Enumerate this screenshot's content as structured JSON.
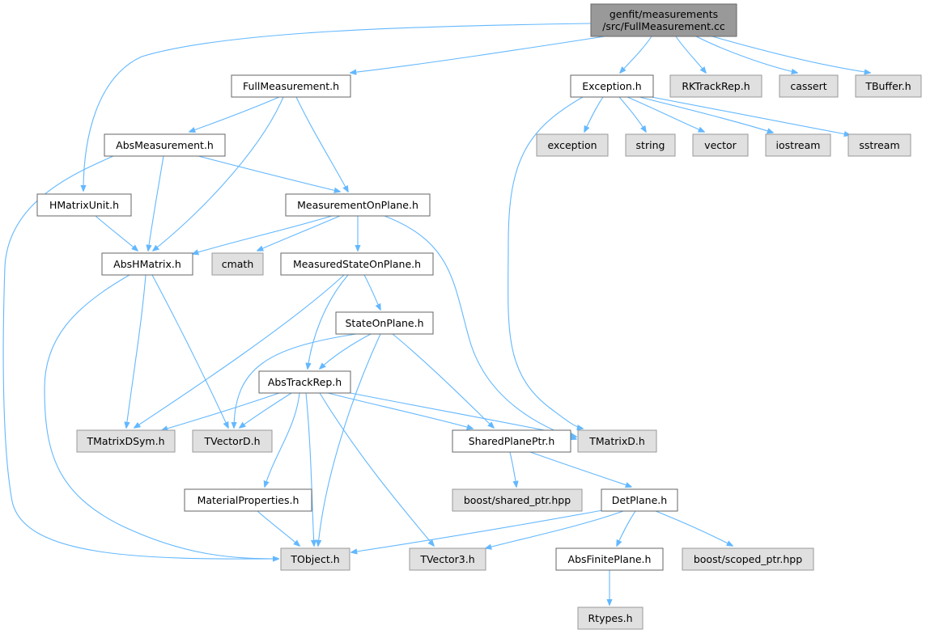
{
  "colors": {
    "edge": "#63b8ff",
    "node_border": "#666666",
    "node_fill": "#ffffff",
    "external_fill": "#e0e0e0",
    "external_border": "#999999",
    "root_fill": "#999999",
    "root_border": "#666666",
    "text": "#000000"
  },
  "nodes": [
    {
      "id": "root",
      "kind": "root",
      "lines": [
        "genfit/measurements",
        "/src/FullMeasurement.cc"
      ]
    },
    {
      "id": "FullMeasurement_h",
      "kind": "internal",
      "lines": [
        "FullMeasurement.h"
      ]
    },
    {
      "id": "Exception_h",
      "kind": "internal",
      "lines": [
        "Exception.h"
      ]
    },
    {
      "id": "RKTrackRep_h",
      "kind": "external",
      "lines": [
        "RKTrackRep.h"
      ]
    },
    {
      "id": "cassert",
      "kind": "external",
      "lines": [
        "cassert"
      ]
    },
    {
      "id": "TBuffer_h",
      "kind": "external",
      "lines": [
        "TBuffer.h"
      ]
    },
    {
      "id": "AbsMeasurement_h",
      "kind": "internal",
      "lines": [
        "AbsMeasurement.h"
      ]
    },
    {
      "id": "exception",
      "kind": "external",
      "lines": [
        "exception"
      ]
    },
    {
      "id": "string",
      "kind": "external",
      "lines": [
        "string"
      ]
    },
    {
      "id": "vector",
      "kind": "external",
      "lines": [
        "vector"
      ]
    },
    {
      "id": "iostream",
      "kind": "external",
      "lines": [
        "iostream"
      ]
    },
    {
      "id": "sstream",
      "kind": "external",
      "lines": [
        "sstream"
      ]
    },
    {
      "id": "HMatrixUnit_h",
      "kind": "internal",
      "lines": [
        "HMatrixUnit.h"
      ]
    },
    {
      "id": "MeasurementOnPlane_h",
      "kind": "internal",
      "lines": [
        "MeasurementOnPlane.h"
      ]
    },
    {
      "id": "AbsHMatrix_h",
      "kind": "internal",
      "lines": [
        "AbsHMatrix.h"
      ]
    },
    {
      "id": "cmath",
      "kind": "external",
      "lines": [
        "cmath"
      ]
    },
    {
      "id": "MeasuredStateOnPlane_h",
      "kind": "internal",
      "lines": [
        "MeasuredStateOnPlane.h"
      ]
    },
    {
      "id": "StateOnPlane_h",
      "kind": "internal",
      "lines": [
        "StateOnPlane.h"
      ]
    },
    {
      "id": "AbsTrackRep_h",
      "kind": "internal",
      "lines": [
        "AbsTrackRep.h"
      ]
    },
    {
      "id": "TMatrixDSym_h",
      "kind": "external",
      "lines": [
        "TMatrixDSym.h"
      ]
    },
    {
      "id": "TVectorD_h",
      "kind": "external",
      "lines": [
        "TVectorD.h"
      ]
    },
    {
      "id": "SharedPlanePtr_h",
      "kind": "internal",
      "lines": [
        "SharedPlanePtr.h"
      ]
    },
    {
      "id": "TMatrixD_h",
      "kind": "external",
      "lines": [
        "TMatrixD.h"
      ]
    },
    {
      "id": "boost_shared_ptr",
      "kind": "external",
      "lines": [
        "boost/shared_ptr.hpp"
      ]
    },
    {
      "id": "MaterialProperties_h",
      "kind": "internal",
      "lines": [
        "MaterialProperties.h"
      ]
    },
    {
      "id": "DetPlane_h",
      "kind": "internal",
      "lines": [
        "DetPlane.h"
      ]
    },
    {
      "id": "TObject_h",
      "kind": "external",
      "lines": [
        "TObject.h"
      ]
    },
    {
      "id": "TVector3_h",
      "kind": "external",
      "lines": [
        "TVector3.h"
      ]
    },
    {
      "id": "AbsFinitePlane_h",
      "kind": "internal",
      "lines": [
        "AbsFinitePlane.h"
      ]
    },
    {
      "id": "boost_scoped_ptr",
      "kind": "external",
      "lines": [
        "boost/scoped_ptr.hpp"
      ]
    },
    {
      "id": "Rtypes_h",
      "kind": "external",
      "lines": [
        "Rtypes.h"
      ]
    }
  ],
  "edges": [
    [
      "root",
      "FullMeasurement_h"
    ],
    [
      "root",
      "HMatrixUnit_h"
    ],
    [
      "root",
      "Exception_h"
    ],
    [
      "root",
      "RKTrackRep_h"
    ],
    [
      "root",
      "cassert"
    ],
    [
      "root",
      "TBuffer_h"
    ],
    [
      "FullMeasurement_h",
      "AbsMeasurement_h"
    ],
    [
      "FullMeasurement_h",
      "AbsHMatrix_h"
    ],
    [
      "FullMeasurement_h",
      "MeasurementOnPlane_h"
    ],
    [
      "AbsMeasurement_h",
      "AbsHMatrix_h"
    ],
    [
      "AbsMeasurement_h",
      "MeasurementOnPlane_h"
    ],
    [
      "AbsMeasurement_h",
      "TObject_h"
    ],
    [
      "HMatrixUnit_h",
      "AbsHMatrix_h"
    ],
    [
      "MeasurementOnPlane_h",
      "AbsHMatrix_h"
    ],
    [
      "MeasurementOnPlane_h",
      "cmath"
    ],
    [
      "MeasurementOnPlane_h",
      "MeasuredStateOnPlane_h"
    ],
    [
      "MeasurementOnPlane_h",
      "TMatrixD_h"
    ],
    [
      "AbsHMatrix_h",
      "TMatrixDSym_h"
    ],
    [
      "AbsHMatrix_h",
      "TVectorD_h"
    ],
    [
      "AbsHMatrix_h",
      "TObject_h"
    ],
    [
      "MeasuredStateOnPlane_h",
      "StateOnPlane_h"
    ],
    [
      "MeasuredStateOnPlane_h",
      "AbsTrackRep_h"
    ],
    [
      "MeasuredStateOnPlane_h",
      "TMatrixDSym_h"
    ],
    [
      "StateOnPlane_h",
      "AbsTrackRep_h"
    ],
    [
      "StateOnPlane_h",
      "TVectorD_h"
    ],
    [
      "StateOnPlane_h",
      "SharedPlanePtr_h"
    ],
    [
      "StateOnPlane_h",
      "TObject_h"
    ],
    [
      "AbsTrackRep_h",
      "TMatrixDSym_h"
    ],
    [
      "AbsTrackRep_h",
      "TVectorD_h"
    ],
    [
      "AbsTrackRep_h",
      "SharedPlanePtr_h"
    ],
    [
      "AbsTrackRep_h",
      "TMatrixD_h"
    ],
    [
      "AbsTrackRep_h",
      "MaterialProperties_h"
    ],
    [
      "AbsTrackRep_h",
      "TObject_h"
    ],
    [
      "AbsTrackRep_h",
      "TVector3_h"
    ],
    [
      "SharedPlanePtr_h",
      "boost_shared_ptr"
    ],
    [
      "SharedPlanePtr_h",
      "DetPlane_h"
    ],
    [
      "MaterialProperties_h",
      "TObject_h"
    ],
    [
      "DetPlane_h",
      "TObject_h"
    ],
    [
      "DetPlane_h",
      "TVector3_h"
    ],
    [
      "DetPlane_h",
      "AbsFinitePlane_h"
    ],
    [
      "DetPlane_h",
      "boost_scoped_ptr"
    ],
    [
      "AbsFinitePlane_h",
      "Rtypes_h"
    ],
    [
      "Exception_h",
      "exception"
    ],
    [
      "Exception_h",
      "string"
    ],
    [
      "Exception_h",
      "vector"
    ],
    [
      "Exception_h",
      "iostream"
    ],
    [
      "Exception_h",
      "sstream"
    ],
    [
      "Exception_h",
      "TMatrixD_h"
    ]
  ]
}
